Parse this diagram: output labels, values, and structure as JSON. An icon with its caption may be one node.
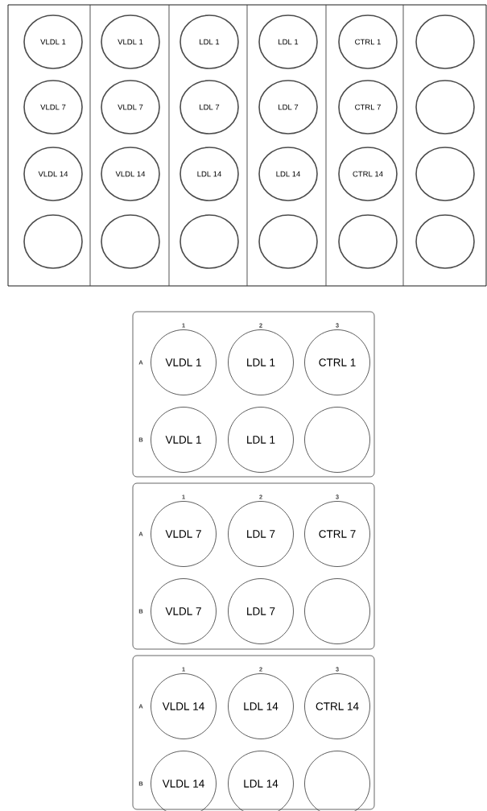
{
  "diagram": {
    "nodes": [
      {
        "text": [],
        "shape": "box"
      },
      {
        "text": [
          "VLDL 1"
        ],
        "in": 0
      },
      {
        "text": [
          "VLDL 1"
        ],
        "in": 0
      },
      {
        "text": [
          "LDL 1"
        ],
        "in": 0
      },
      {
        "text": [
          "LDL 1"
        ],
        "in": 0
      },
      {
        "text": [
          "CTRL 1"
        ],
        "in": 0
      },
      {
        "text": [],
        "shape": "circle",
        "in": 0
      },
      {
        "text": [
          "VLDL 7"
        ],
        "in": 0
      },
      {
        "text": [
          "VLDL 7"
        ],
        "in": 0
      },
      {
        "text": [
          "LDL 7"
        ],
        "in": 0
      },
      {
        "text": [
          "LDL 7"
        ],
        "in": 0
      },
      {
        "text": [
          "CTRL 7"
        ],
        "in": 0
      },
      {
        "text": [],
        "shape": "circle",
        "in": 0
      },
      {
        "text": [
          "VLDL 14"
        ],
        "in": 0
      },
      {
        "text": [
          "VLDL 14"
        ],
        "in": 0
      },
      {
        "text": [
          "LDL 14"
        ],
        "in": 0
      },
      {
        "text": [
          "LDL 14"
        ],
        "in": 0
      },
      {
        "text": [
          "CTRL 14"
        ],
        "in": 0
      },
      {
        "text": [],
        "shape": "circle",
        "in": 0
      },
      {
        "text": [],
        "shape": "circle",
        "in": 0
      },
      {
        "text": [],
        "shape": "circle",
        "in": 0
      },
      {
        "text": [],
        "shape": "circle",
        "in": 0
      },
      {
        "text": [],
        "shape": "circle",
        "in": 0
      },
      {
        "text": [],
        "shape": "circle",
        "in": 0
      },
      {
        "text": [],
        "shape": "circle",
        "in": 0
      },
      {
        "text": [],
        "shape": "box"
      },
      {
        "text": [
          "VLDL 1"
        ],
        "in": 25
      },
      {
        "text": [
          "LDL 1"
        ],
        "in": 25
      },
      {
        "text": [
          "CTRL 1"
        ],
        "in": 25
      },
      {
        "text": [
          "VLDL 1"
        ],
        "in": 25
      },
      {
        "text": [
          "LDL 1"
        ],
        "in": 25
      },
      {
        "text": [],
        "shape": "circle",
        "in": 25
      },
      {
        "text": [],
        "shape": "box"
      },
      {
        "text": [
          "VLDL 7"
        ],
        "in": 32
      },
      {
        "text": [
          "LDL 7"
        ],
        "in": 32
      },
      {
        "text": [
          "CTRL 7"
        ],
        "in": 32
      },
      {
        "text": [
          "VLDL 7"
        ],
        "in": 32
      },
      {
        "text": [
          "LDL 7"
        ],
        "in": 32
      },
      {
        "text": [],
        "shape": "circle",
        "in": 32
      },
      {
        "text": [],
        "shape": "box"
      },
      {
        "text": [
          "VLDL 14"
        ],
        "in": 39
      },
      {
        "text": [
          "LDL 14"
        ],
        "in": 39
      },
      {
        "text": [
          "CTRL 14"
        ],
        "in": 39
      },
      {
        "text": [
          "VLDL 14"
        ],
        "in": 39
      },
      {
        "text": [
          "LDL 14"
        ],
        "in": 39
      },
      {
        "text": [],
        "shape": "circle",
        "in": 39
      }
    ],
    "labels": [
      "1",
      "2",
      "3",
      "A",
      "B",
      "1",
      "2",
      "3",
      "A",
      "B",
      "1",
      "2",
      "3",
      "A",
      "B"
    ]
  }
}
